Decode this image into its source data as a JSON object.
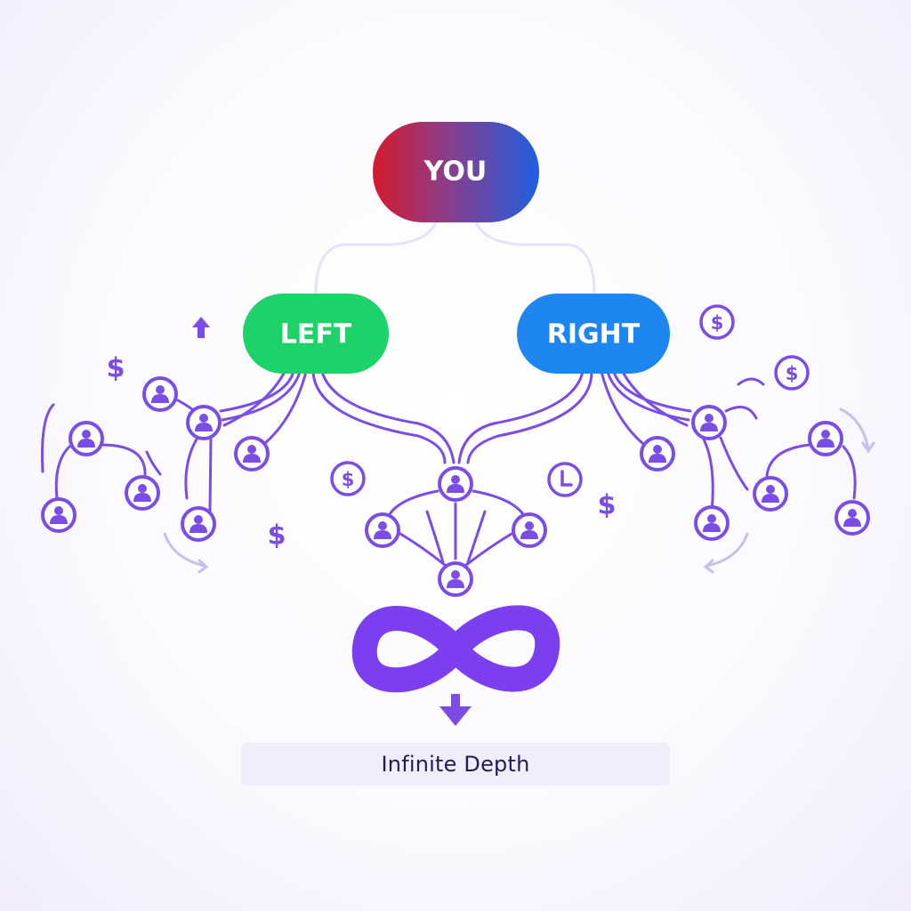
{
  "nodes": {
    "root": "YOU",
    "left": "LEFT",
    "right": "RIGHT"
  },
  "caption": "Infinite Depth",
  "icons": {
    "member": "person-circle-icon",
    "currency": "dollar-icon",
    "time": "clock-icon",
    "infinity": "infinity-icon",
    "arrow_down": "arrow-down-icon",
    "arrow_up": "arrow-up-icon"
  },
  "colors": {
    "root_gradient": [
      "#d41a2e",
      "#1f5fe0"
    ],
    "left": "#1ed26a",
    "right": "#1e86f0",
    "accent": "#7a4ee6",
    "connector": "#e6e2f8",
    "caption_bg": "#efeefb",
    "caption_text": "#241a5a"
  }
}
